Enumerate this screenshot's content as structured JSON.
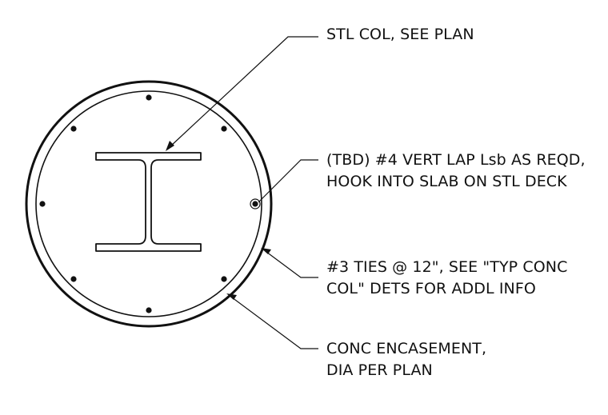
{
  "detail": {
    "notes": {
      "steel_column": {
        "lines": [
          "STL COL, SEE PLAN"
        ]
      },
      "vertical_bars": {
        "lines": [
          "(TBD) #4 VERT LAP Lsb AS REQD,",
          "HOOK INTO SLAB ON STL DECK"
        ]
      },
      "ties": {
        "lines": [
          "#3 TIES @ 12\", SEE \"TYP CONC",
          "COL\" DETS FOR ADDL INFO"
        ]
      },
      "encasement": {
        "lines": [
          "CONC ENCASEMENT,",
          "DIA PER PLAN"
        ]
      }
    },
    "rebar_count": 8,
    "colors": {
      "ink": "#111111",
      "background": "#ffffff"
    }
  }
}
